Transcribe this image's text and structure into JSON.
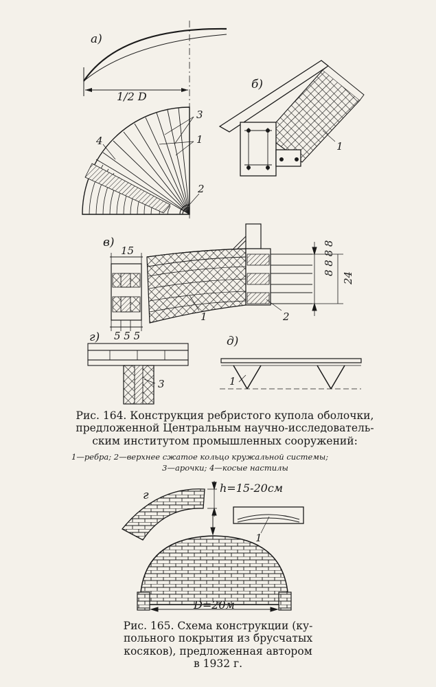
{
  "fig164": {
    "panel_labels": {
      "a": "а)",
      "b": "б)",
      "v": "в)",
      "g": "г)",
      "d": "д)"
    },
    "dim_half_d": "1/2 D",
    "callouts_a": {
      "c3": "3",
      "c1": "1",
      "c4": "4",
      "c2": "2"
    },
    "callout_b_1": "1",
    "dim_v_15": "15",
    "dim_v_555": "5 5 5",
    "dim_v_24": "24",
    "dim_v_8s": "8 8 8 8",
    "callouts_v": {
      "c1": "1",
      "c2": "2"
    },
    "callout_g_3": "3",
    "callout_d_1": "1",
    "caption": {
      "line1": "Рис. 164. Конструкция ребристого купола оболочки,",
      "line2": "предложенной Центральным научно-исследователь-",
      "line3": "ским институтом промышленных сооружений:"
    },
    "legend": {
      "line1": "1—ребра; 2—верхнее сжатое кольцо кружальной системы;",
      "line2": "3—арочки; 4—косые настилы"
    }
  },
  "fig165": {
    "h_label": "h=15-20см",
    "label_g": "г",
    "label_1": "1",
    "d_label": "D=20м",
    "caption": {
      "line1": "Рис. 165. Схема конструкции (ку-",
      "line2": "польного покрытия из брусчатых",
      "line3": "косяков), предложенная автором",
      "line4": "в 1932 г."
    }
  }
}
